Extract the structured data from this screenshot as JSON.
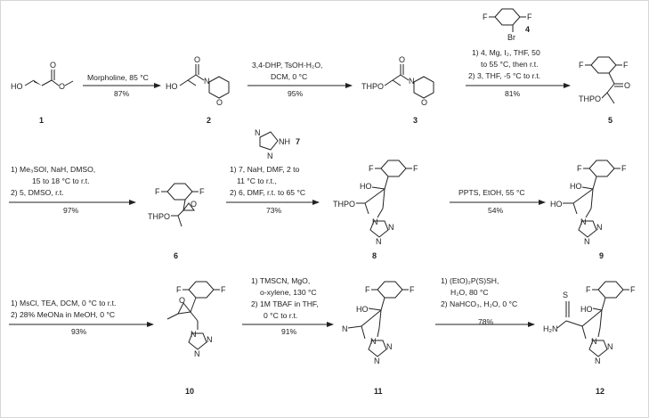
{
  "compounds": {
    "c1": "1",
    "c2": "2",
    "c3": "3",
    "c4": "4",
    "c5": "5",
    "c6": "6",
    "c7": "7",
    "c8": "8",
    "c9": "9",
    "c10": "10",
    "c11": "11",
    "c12": "12"
  },
  "atoms": {
    "HO": "HO",
    "O": "O",
    "N": "N",
    "F": "F",
    "Br": "Br",
    "THPO": "THPO",
    "NH": "NH",
    "H2N": "H₂N",
    "S": "S"
  },
  "steps": {
    "s1": {
      "line1": "Morpholine, 85 °C",
      "yield": "87%"
    },
    "s2": {
      "line1": "3,4-DHP, TsOH·H₂O,",
      "line2": "DCM, 0 °C",
      "yield": "95%"
    },
    "s3": {
      "line1": "1) 4, Mg, I₂, THF, 50",
      "line2": "to 55 °C, then r.t.",
      "line3": "2) 3, THF, -5 °C to r.t.",
      "yield": "81%"
    },
    "s4": {
      "line1": "1) Me₃SOI, NaH, DMSO,",
      "line2": "15 to 18 °C to r.t.",
      "line3": "2) 5, DMSO, r.t.",
      "yield": "97%"
    },
    "s5": {
      "line1": "1) 7, NaH, DMF, 2 to",
      "line2": "11 °C to r.t.,",
      "line3": "2) 6, DMF, r.t. to 65 °C",
      "yield": "73%"
    },
    "s6": {
      "line1": "PPTS, EtOH, 55 °C",
      "yield": "54%"
    },
    "s7": {
      "line1": "1) MsCl, TEA, DCM, 0 °C to r.t.",
      "line2": "2) 28% MeONa in MeOH, 0 °C",
      "yield": "93%"
    },
    "s8": {
      "line1": "1) TMSCN, MgO,",
      "line2": "o-xylene, 130 °C",
      "line3": "2) 1M TBAF in THF,",
      "line4": "0 °C to r.t.",
      "yield": "91%"
    },
    "s9": {
      "line1": "1) (EtO)₂P(S)SH,",
      "line2": "H₂O, 80 °C",
      "line3": "2) NaHCO₃, H₂O, 0 °C",
      "yield": "78%"
    }
  }
}
